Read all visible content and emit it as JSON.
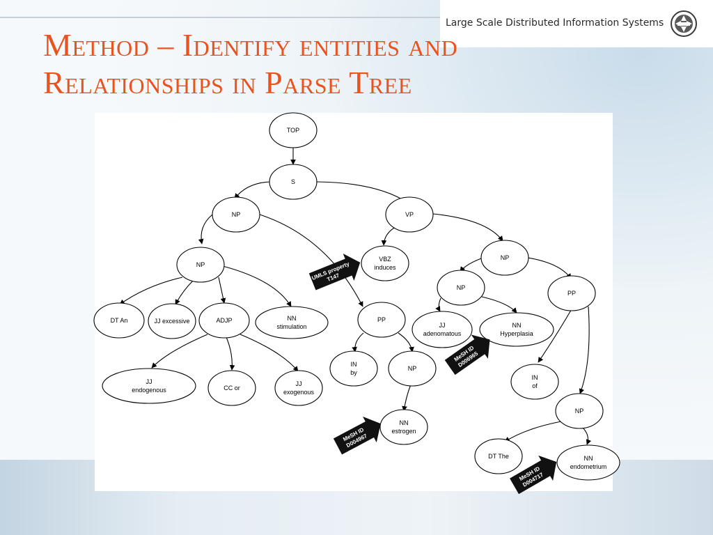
{
  "header": {
    "banner_text": "Large Scale Distributed Information Systems",
    "logo_icon": "lsdis-logo-icon"
  },
  "slide": {
    "title_line1": "Method – Identify entities and",
    "title_line2": "Relationships in Parse Tree"
  },
  "tree": {
    "nodes": {
      "top": [
        "TOP"
      ],
      "s": [
        "S"
      ],
      "np1": [
        "NP"
      ],
      "vp": [
        "VP"
      ],
      "np2": [
        "NP"
      ],
      "dt_an": [
        "DT An"
      ],
      "jj_excessive": [
        "JJ excessive"
      ],
      "adjp": [
        "ADJP"
      ],
      "nn_stimulation": [
        "NN",
        "stimulation"
      ],
      "jj_endogenous": [
        "JJ",
        "endogenous"
      ],
      "cc_or": [
        "CC or"
      ],
      "jj_exogenous": [
        "JJ",
        "exogenous"
      ],
      "vbz_induces": [
        "VBZ",
        "induces"
      ],
      "pp1": [
        "PP"
      ],
      "in_by": [
        "IN",
        "by"
      ],
      "np3": [
        "NP"
      ],
      "nn_estrogen": [
        "NN",
        "estrogen"
      ],
      "np4": [
        "NP"
      ],
      "np5": [
        "NP"
      ],
      "jj_adenomatous": [
        "JJ",
        "adenomatous"
      ],
      "nn_hyperplasia": [
        "NN",
        "Hyperplasia"
      ],
      "pp2": [
        "PP"
      ],
      "in_of": [
        "IN",
        "of"
      ],
      "np6": [
        "NP"
      ],
      "dt_the": [
        "DT The"
      ],
      "nn_endometrium": [
        "NN",
        "endometrium"
      ]
    },
    "annotations": {
      "umls": [
        "UMLS property",
        "T147"
      ],
      "mesh_hyperplasia": [
        "MeSH ID",
        "D006965"
      ],
      "mesh_estrogen": [
        "MeSH ID",
        "D004967"
      ],
      "mesh_endometrium": [
        "MeSH ID",
        "D004717"
      ]
    }
  }
}
